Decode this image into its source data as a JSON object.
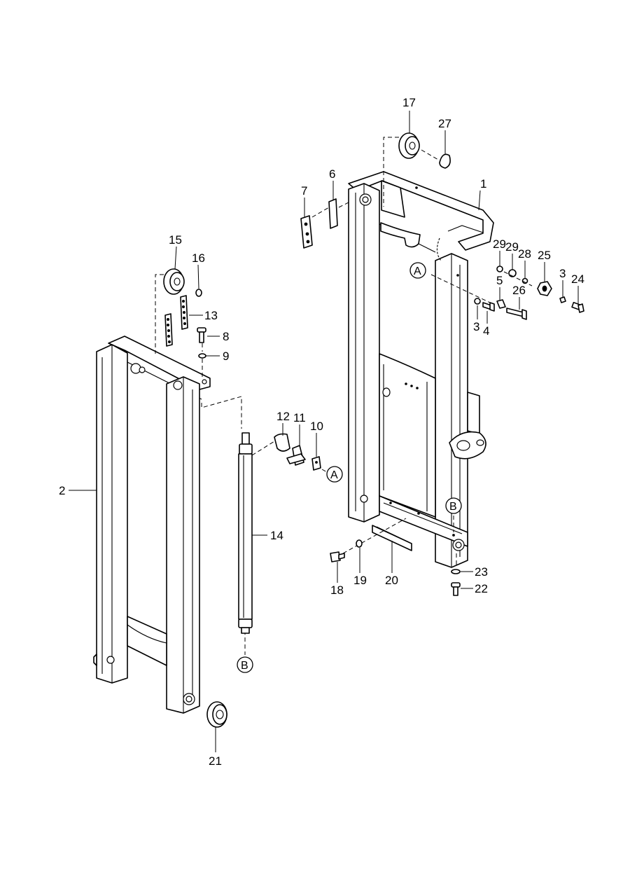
{
  "labels": {
    "p1": "1",
    "p2": "2",
    "p3a": "3",
    "p3b": "3",
    "p4": "4",
    "p5": "5",
    "p6": "6",
    "p7": "7",
    "p8": "8",
    "p9": "9",
    "p10": "10",
    "p11": "11",
    "p12": "12",
    "p13": "13",
    "p14": "14",
    "p15": "15",
    "p16": "16",
    "p17": "17",
    "p18": "18",
    "p19": "19",
    "p20": "20",
    "p21": "21",
    "p22": "22",
    "p23": "23",
    "p24": "24",
    "p25": "25",
    "p26": "26",
    "p27": "27",
    "p28": "28",
    "p29a": "29",
    "p29b": "29"
  },
  "refs": {
    "a1": "A",
    "a2": "A",
    "b1": "B",
    "b2": "B"
  }
}
